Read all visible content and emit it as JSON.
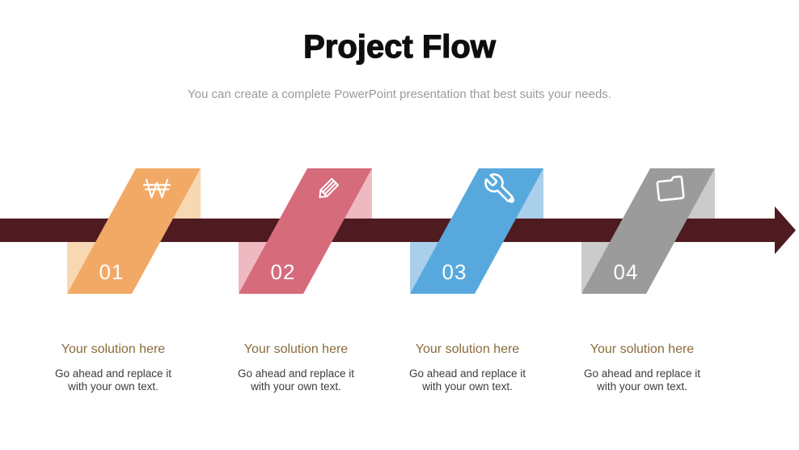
{
  "slide": {
    "title": "Project Flow",
    "subtitle": "You can create a complete PowerPoint presentation that best suits your needs."
  },
  "diagram": {
    "arrow_color": "#4E1B21",
    "steps": [
      {
        "number": "01",
        "icon": "won-currency-icon",
        "color": "#F2A966",
        "fold_color": "#F8D7B3",
        "heading": "Your solution here",
        "body": "Go ahead and replace it\nwith your own text."
      },
      {
        "number": "02",
        "icon": "pencil-icon",
        "color": "#D66B7B",
        "fold_color": "#EFB9C2",
        "heading": "Your solution here",
        "body": "Go ahead and replace it\nwith your own text."
      },
      {
        "number": "03",
        "icon": "wrench-icon",
        "color": "#57A9DD",
        "fold_color": "#AACFEA",
        "heading": "Your solution here",
        "body": "Go ahead and replace it\nwith your own text."
      },
      {
        "number": "04",
        "icon": "folder-icon",
        "color": "#9B9B9B",
        "fold_color": "#CBCBCB",
        "heading": "Your solution here",
        "body": "Go ahead and replace it\nwith your own text."
      }
    ]
  }
}
